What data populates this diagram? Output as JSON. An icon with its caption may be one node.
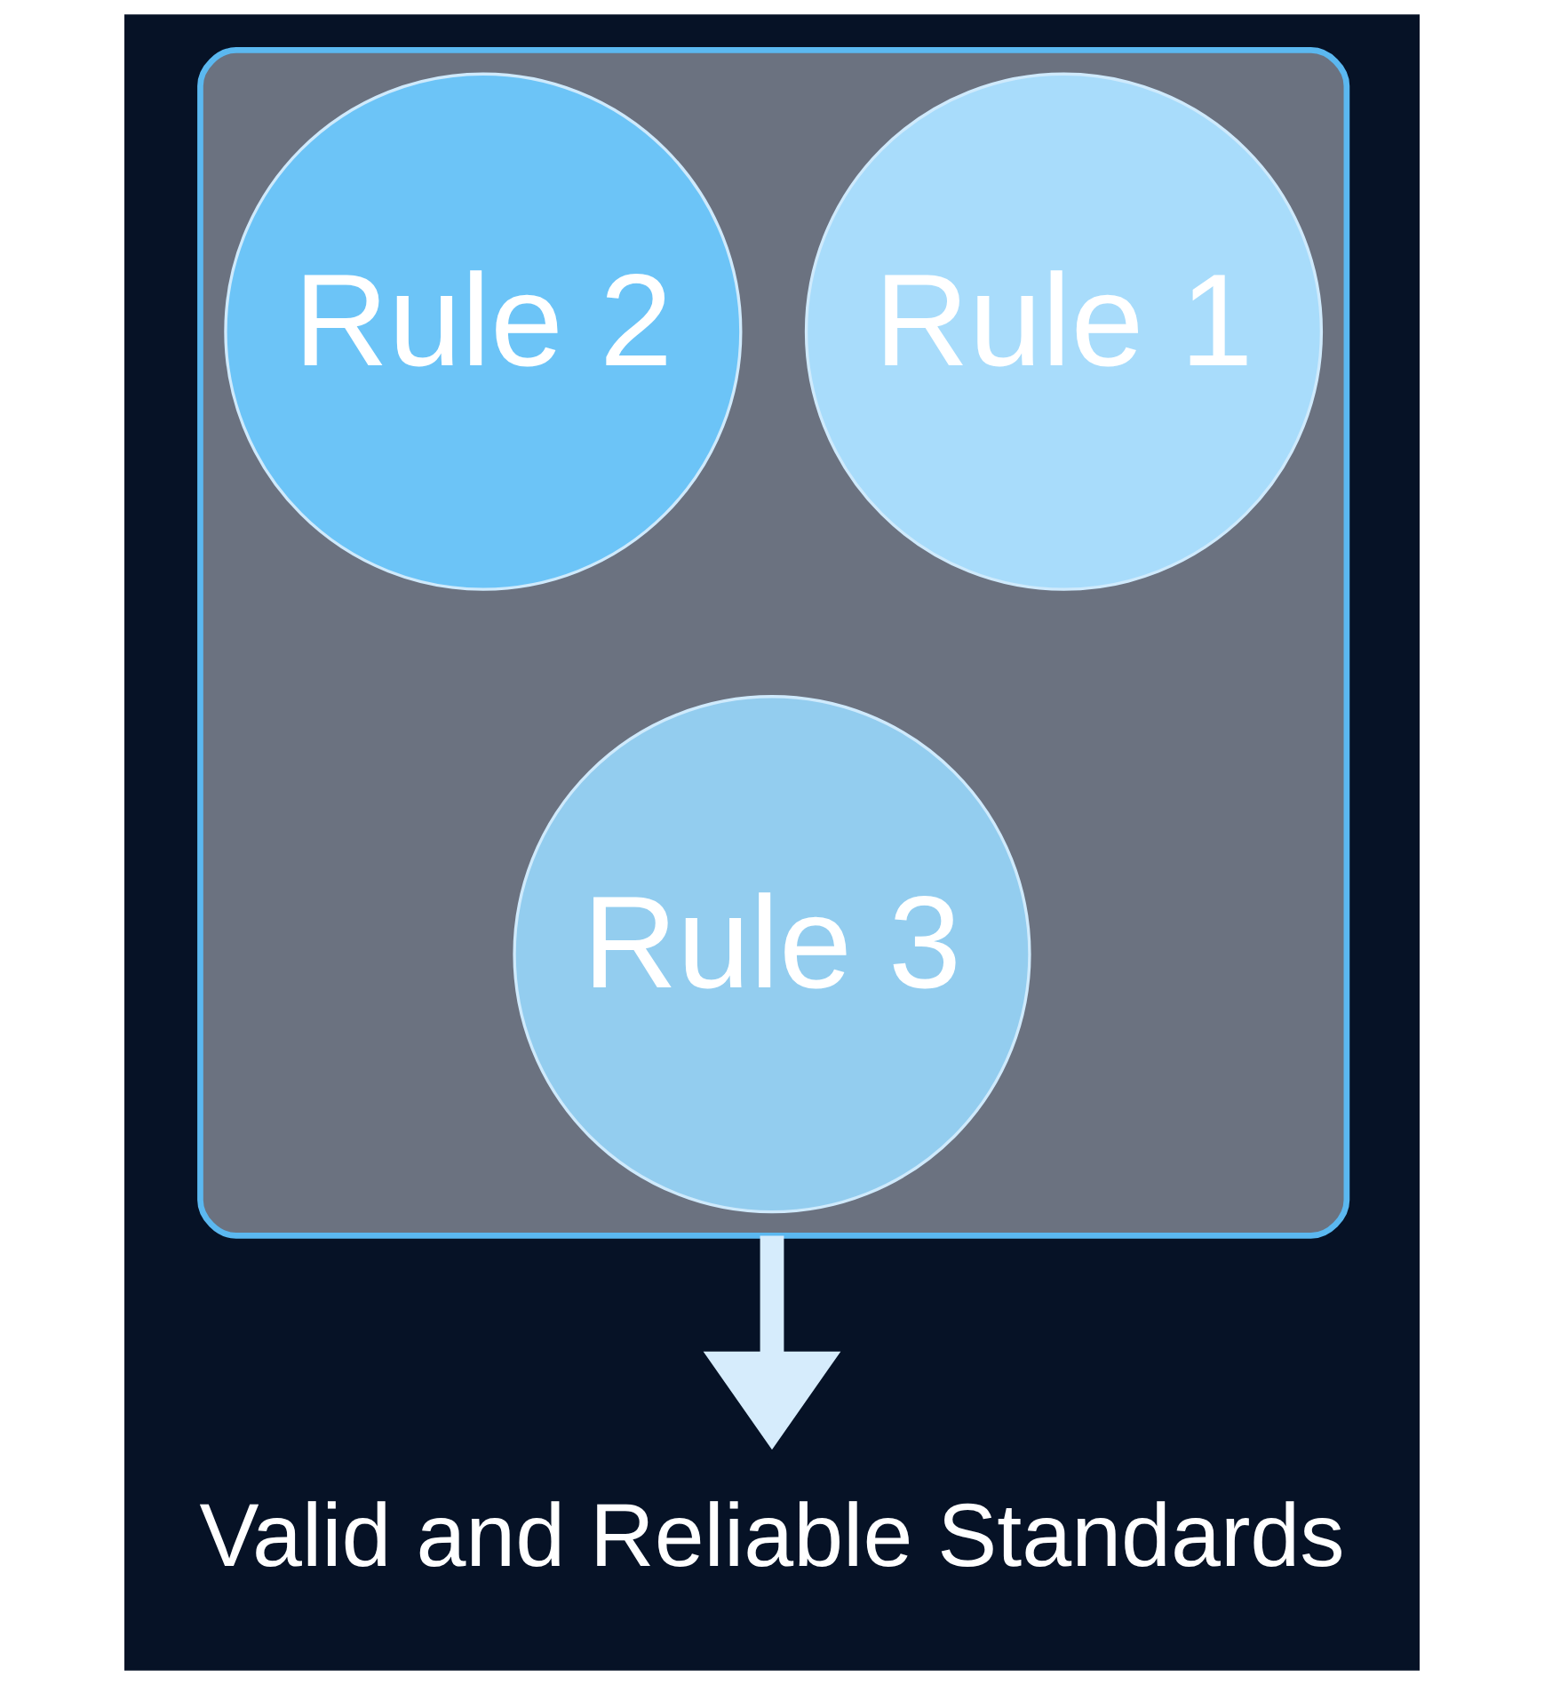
{
  "diagram": {
    "nodes": [
      {
        "text": [],
        "shape": "funnel"
      },
      {
        "text": [
          "Rule 1"
        ],
        "in": 0
      },
      {
        "text": [
          "Rule 2"
        ],
        "in": 0
      },
      {
        "text": [
          "Rule 3"
        ],
        "in": 0
      },
      {
        "text": [
          "Valid and Reliable Standards"
        ]
      }
    ],
    "edges": [
      {
        "from": 0,
        "to": 4,
        "arrow": "to"
      }
    ]
  }
}
